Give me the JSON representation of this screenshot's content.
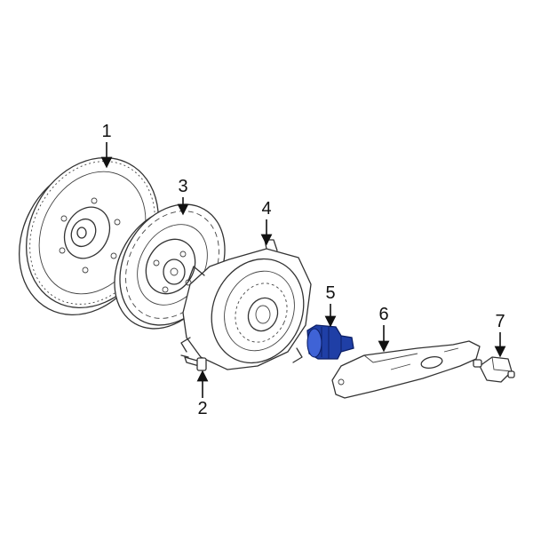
{
  "callouts": [
    {
      "id": "1",
      "label": "1"
    },
    {
      "id": "2",
      "label": "2"
    },
    {
      "id": "3",
      "label": "3"
    },
    {
      "id": "4",
      "label": "4"
    },
    {
      "id": "5",
      "label": "5"
    },
    {
      "id": "6",
      "label": "6"
    },
    {
      "id": "7",
      "label": "7"
    }
  ],
  "colors": {
    "highlight": "#1f3fa6",
    "highlight_light": "#3f63d6",
    "line": "#333333"
  }
}
